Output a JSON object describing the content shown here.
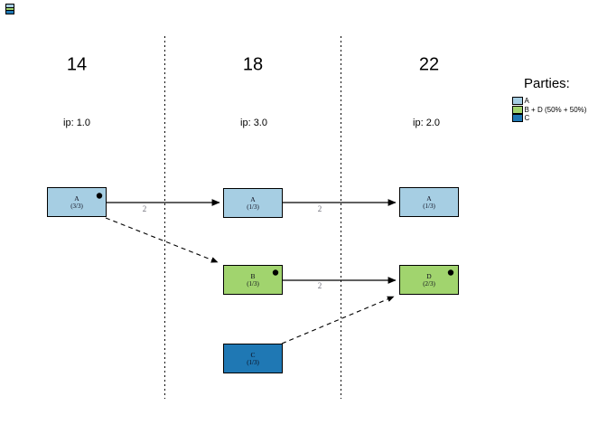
{
  "figure": {
    "background": "#ffffff",
    "accent_black": "#000000"
  },
  "columns": [
    {
      "year": "14",
      "ip": "ip: 1.0"
    },
    {
      "year": "18",
      "ip": "ip: 3.0"
    },
    {
      "year": "22",
      "ip": "ip: 2.0"
    }
  ],
  "nodes": [
    {
      "id": "A-14",
      "label": "A",
      "sublabel": "(3/3)",
      "color": "#a6cee3",
      "leader_dot": true
    },
    {
      "id": "A-18",
      "label": "A",
      "sublabel": "(1/3)",
      "color": "#a6cee3",
      "leader_dot": false
    },
    {
      "id": "A-22",
      "label": "A",
      "sublabel": "(1/3)",
      "color": "#a6cee3",
      "leader_dot": false
    },
    {
      "id": "B-18",
      "label": "B",
      "sublabel": "(1/3)",
      "color": "#a1d46e",
      "leader_dot": true
    },
    {
      "id": "D-22",
      "label": "D",
      "sublabel": "(2/3)",
      "color": "#a1d46e",
      "leader_dot": true
    },
    {
      "id": "C-18",
      "label": "C",
      "sublabel": "(1/3)",
      "color": "#1f78b4",
      "leader_dot": false
    }
  ],
  "edges": [
    {
      "from": "A-14",
      "to": "A-18",
      "label": "2",
      "style": "solid"
    },
    {
      "from": "A-18",
      "to": "A-22",
      "label": "2",
      "style": "solid"
    },
    {
      "from": "B-18",
      "to": "D-22",
      "label": "2",
      "style": "solid"
    },
    {
      "from": "A-14",
      "to": "B-18",
      "label": "",
      "style": "dashed"
    },
    {
      "from": "C-18",
      "to": "D-22",
      "label": "",
      "style": "dashed"
    }
  ],
  "legend": {
    "title": "Parties:",
    "items": [
      {
        "label": "A",
        "color": "#a6cee3"
      },
      {
        "label": "B + D (50% + 50%)",
        "color": "#a1d46e"
      },
      {
        "label": "C",
        "color": "#1f78b4"
      }
    ]
  },
  "corner_marker": {
    "colors": [
      "#a6cee3",
      "#a1d46e",
      "#1f78b4"
    ]
  }
}
